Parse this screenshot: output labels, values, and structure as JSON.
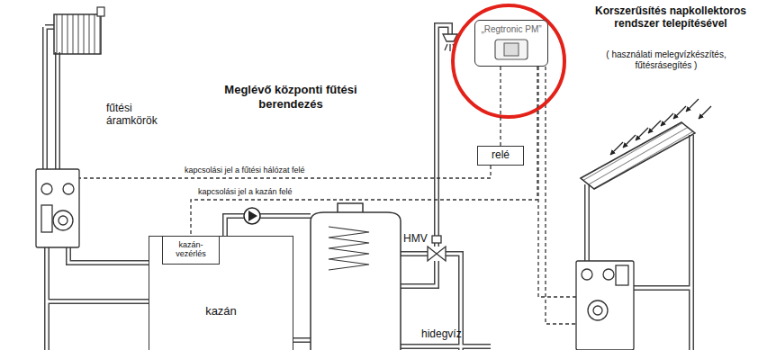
{
  "diagram": {
    "nodes": [
      {
        "text": [
          "„Regtronic PM”"
        ]
      },
      {
        "text": [
          "relé"
        ]
      },
      {
        "text": [
          "kazán"
        ]
      },
      {
        "text": [
          "kazán- vezérlés"
        ],
        "in": 2
      }
    ],
    "edges": [
      {
        "from": 0,
        "to": 1,
        "arrow": "none"
      },
      {
        "from": 0,
        "to": 3,
        "label": "kapcsolási jel a kazán felé",
        "arrow": "none"
      }
    ],
    "labels": [
      "fűtési áramkörök",
      "Meglévő központi fűtési berendezés",
      "Korszerűsítés napkollektoros rendszer telepítésével",
      "( használati melegvízkészítés, fűtésrásegítés )",
      "kapcsolási jel a fűtési hálózat felé",
      "HMV",
      "hidegvíz"
    ]
  }
}
